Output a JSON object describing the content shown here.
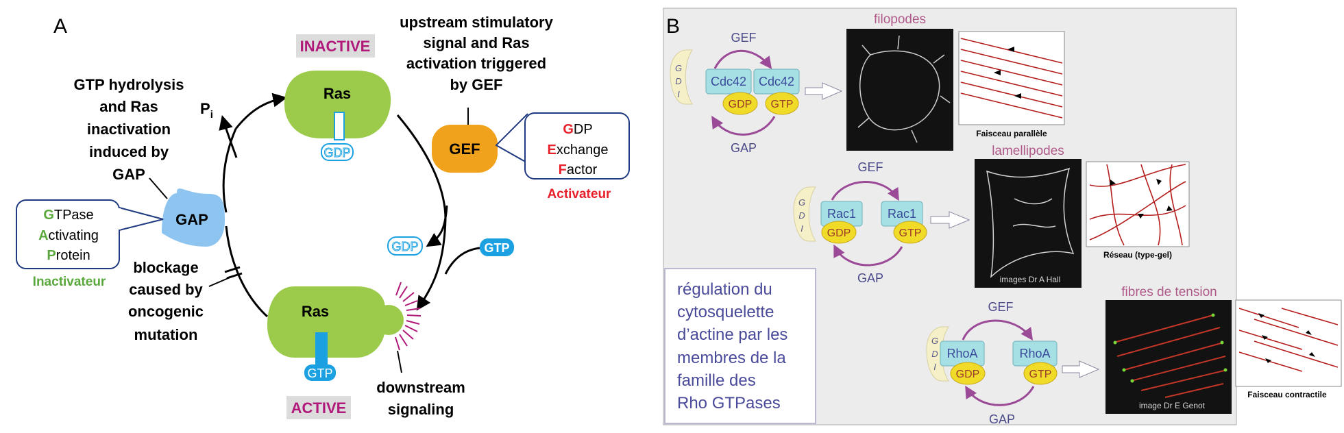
{
  "panel_a": {
    "letter": "A",
    "inactive_label": "INACTIVE",
    "active_label": "ACTIVE",
    "ras_inactive": "Ras",
    "ras_active": "Ras",
    "gdp_bound": "GDP",
    "gtp_bound": "GTP",
    "gdp_released": "GDP",
    "gtp_incoming": "GTP",
    "gef": "GEF",
    "gap": "GAP",
    "pi_main": "P",
    "pi_sub": "i",
    "gef_caption": [
      "upstream stimulatory",
      "signal and Ras",
      "activation triggered",
      "by GEF"
    ],
    "gap_caption": [
      "GTP hydrolysis",
      "and Ras",
      "inactivation",
      "induced by",
      "GAP"
    ],
    "blockage_caption": [
      "blockage",
      "caused by",
      "oncogenic",
      "mutation"
    ],
    "downstream_caption": [
      "downstream",
      "signaling"
    ],
    "gef_box": [
      {
        "first": "G",
        "rest": "DP"
      },
      {
        "first": "E",
        "rest": "xchange"
      },
      {
        "first": "F",
        "rest": "actor"
      }
    ],
    "gef_role": "Activateur",
    "gap_box": [
      {
        "first": "G",
        "rest": "TPase"
      },
      {
        "first": "A",
        "rest": "ctivating"
      },
      {
        "first": "P",
        "rest": "rotein"
      }
    ],
    "gap_role": "Inactivateur"
  },
  "panel_b": {
    "letter": "B",
    "rows": [
      {
        "protein": "Cdc42",
        "gdp": "GDP",
        "gtp": "GTP",
        "gef": "GEF",
        "gap": "GAP",
        "gdi": [
          "G",
          "D",
          "I"
        ],
        "structure": "filopodes",
        "schematic_caption": "Faisceau parallèle",
        "credit": ""
      },
      {
        "protein": "Rac1",
        "gdp": "GDP",
        "gtp": "GTP",
        "gef": "GEF",
        "gap": "GAP",
        "gdi": [
          "G",
          "D",
          "I"
        ],
        "structure": "lamellipodes",
        "schematic_caption": "Réseau (type-gel)",
        "credit": "images Dr A Hall"
      },
      {
        "protein": "RhoA",
        "gdp": "GDP",
        "gtp": "GTP",
        "gef": "GEF",
        "gap": "GAP",
        "gdi": [
          "G",
          "D",
          "I"
        ],
        "structure": "fibres de tension",
        "schematic_caption": "Faisceau contractile",
        "credit": "image Dr E Genot"
      }
    ],
    "caption_lines": [
      "régulation du",
      "cytosquelette",
      "d’actine par les",
      "membres de la",
      "famille des",
      "Rho GTPases"
    ]
  },
  "colors": {
    "ras_green": "#9ccb4c",
    "gef_orange": "#f0a21c",
    "gap_blue": "#8ec4f0",
    "gtp_blue": "#1ba1e2",
    "magenta": "#b0187a",
    "letter_green": "#5aa83c",
    "letter_red": "#e8202a",
    "cyan_box": "#a6e0e4",
    "yellow_oval": "#f0dc28",
    "arrow_purple": "#9a4a96",
    "actin_red": "#b51c1c"
  }
}
